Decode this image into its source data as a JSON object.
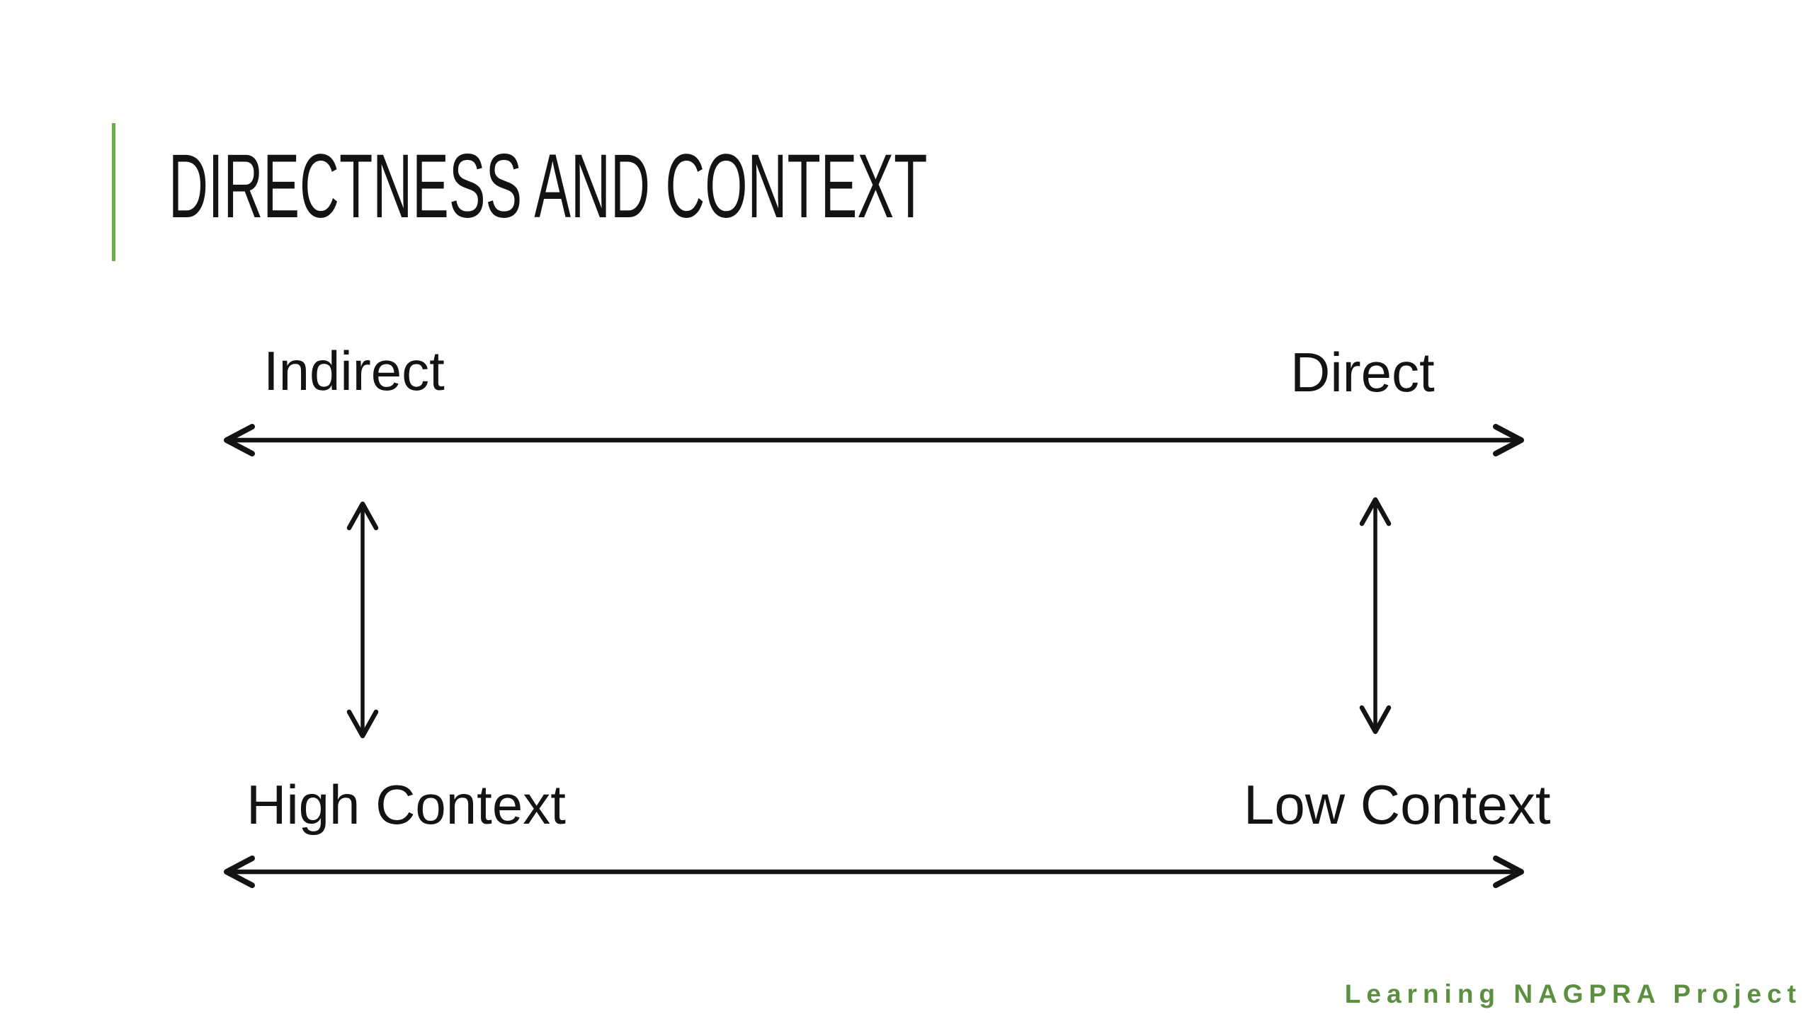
{
  "slide": {
    "title": "DIRECTNESS AND CONTEXT",
    "footer_brand": "Learning NAGPRA Project"
  },
  "diagram": {
    "directness_scale": {
      "left_label": "Indirect",
      "right_label": "Direct"
    },
    "context_scale": {
      "left_label": "High Context",
      "right_label": "Low Context"
    }
  },
  "colors": {
    "accent_green": "#70ad47",
    "footer_green": "#5c8f3f",
    "ink": "#131313",
    "background": "#ffffff"
  }
}
